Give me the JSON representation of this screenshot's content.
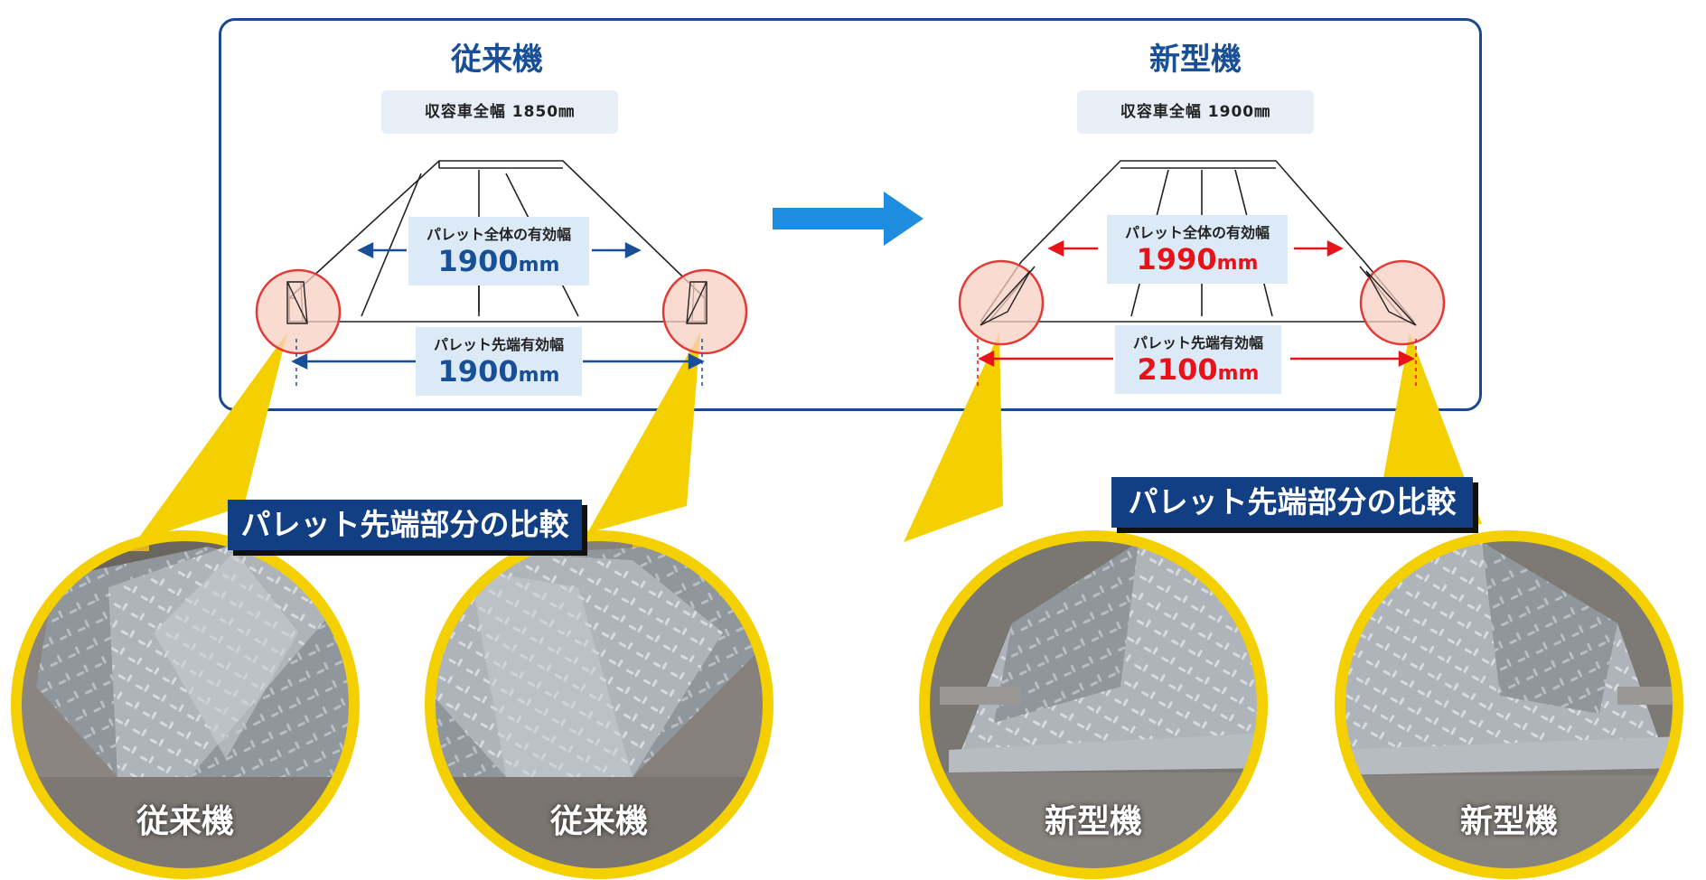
{
  "left": {
    "title": "従来機",
    "capacity": "収容車全幅 1850㎜",
    "overall_label": "パレット全体の有効幅",
    "overall_value": "1900",
    "tip_label": "パレット先端有効幅",
    "tip_value": "1900",
    "unit": "mm",
    "photo_caption": "従来機"
  },
  "right": {
    "title": "新型機",
    "capacity": "収容車全幅 1900㎜",
    "overall_label": "パレット全体の有効幅",
    "overall_value": "1990",
    "tip_label": "パレット先端有効幅",
    "tip_value": "2100",
    "unit": "mm",
    "photo_caption": "新型機"
  },
  "banner": "パレット先端部分の比較",
  "colors": {
    "frame": "#1a4a8e",
    "title": "#184f96",
    "old_value": "#184f96",
    "new_value": "#e8131a",
    "callout": "#f5d000",
    "banner_bg": "#123e84",
    "arrow": "#1e8de0"
  },
  "icons": {
    "transition": "arrow-right-icon"
  }
}
